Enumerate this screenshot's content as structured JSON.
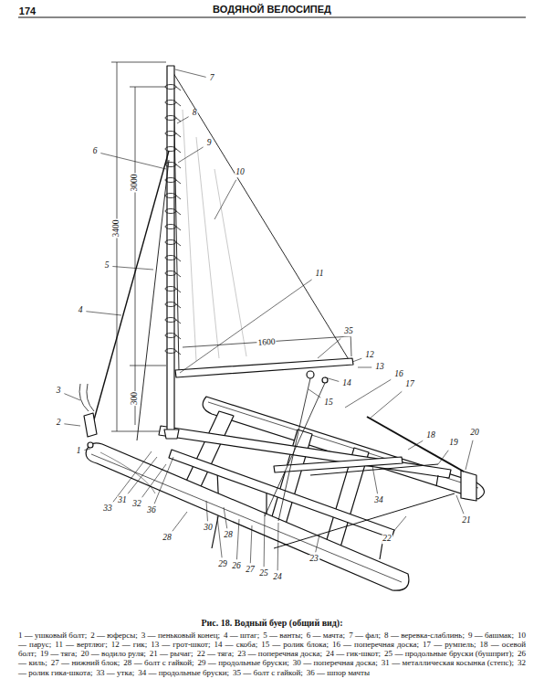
{
  "diagram": {
    "title": "ВОДЯНОЙ ВЕЛОСИПЕД",
    "caption": "Рис. 18. Водный буер (общий вид):",
    "labels": [
      "174",
      "1",
      "2",
      "3",
      "4",
      "5",
      "6",
      "7",
      "8",
      "9",
      "10",
      "11",
      "12",
      "13",
      "14",
      "15",
      "16",
      "17",
      "18",
      "19",
      "20",
      "21",
      "22",
      "23",
      "24",
      "25",
      "26",
      "27",
      "28",
      "28",
      "29",
      "30",
      "31",
      "32",
      "33",
      "34",
      "35",
      "36",
      "3400",
      "3000",
      "300",
      "1600",
      "1 — ушковый болт;",
      "2 — юферсы;",
      "3 — пеньковый конец;",
      "4 — штаг;",
      "5 — ванты;",
      "6 — мачта;",
      "7 — фал;",
      "8 — веревка-слаблинь;",
      "9 — башмак;",
      "10 — парус;",
      "11 — вертлюг;",
      "12 — гик;",
      "13 — грот-шкот;",
      "14 — скоба;",
      "15 — ролик блока;",
      "16 — поперечная доска;",
      "17 — румпель;",
      "18 — осевой болт;",
      "19 — тяга;",
      "20 — водило руля;",
      "21 — рычаг;",
      "22 — тяга;",
      "23 — поперечная доска;",
      "24 — гик-шкот;",
      "25 — продольные бруски (бушприт);",
      "26 — киль;",
      "27 — нижний блок;",
      "28 — болт с гайкой;",
      "29 — продольные бруски;",
      "30 — поперечная доска;",
      "31 — металлическая косынка (степс);",
      "32 — ролик гика-шкота;",
      "33 — утка;",
      "34 — продольные бруски;",
      "35 — болт с гайкой;",
      "36 — шпор мачты"
    ]
  }
}
